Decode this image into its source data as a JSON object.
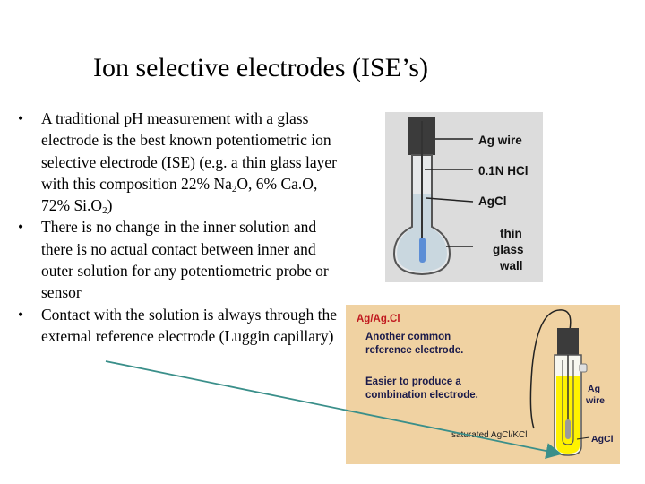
{
  "slide": {
    "title": "Ion selective electrodes (ISE’s)",
    "bullets": {
      "b1_a": "A traditional pH  measurement with a glass electrode is the best known potentiometric ion selective electrode (ISE) (e.g. a thin glass layer with this composition  22% Na",
      "b1_sub1": "2",
      "b1_b": "O, 6% Ca.O, 72% Si.O",
      "b1_sub2": "2",
      "b1_c": ")",
      "b2": "There is no change in the inner solution and there is no actual contact between inner and outer solution for any potentiometric probe or sensor",
      "b3": "Contact with the solution is always through the external reference electrode (Luggin capillary)"
    },
    "bullet_symbol": "•"
  },
  "figure_glass": {
    "labels": {
      "ag_wire": "Ag wire",
      "hcl": "0.1N HCl",
      "agcl": "AgCl",
      "thin": "thin",
      "glass": "glass",
      "wall": "wall"
    }
  },
  "figure_ref": {
    "heading": "Ag/Ag.Cl",
    "text1_line1": "Another common",
    "text1_line2": "reference electrode.",
    "text2_line1": "Easier to produce a",
    "text2_line2": "combination electrode.",
    "ag_label_1": "Ag",
    "ag_label_2": "wire",
    "saturated": "saturated AgCl/KCl",
    "agcl": "AgCl"
  },
  "colors": {
    "arrow": "#3a8f8a",
    "heading_red": "#c0181e",
    "yellow_fill": "#fff200"
  }
}
